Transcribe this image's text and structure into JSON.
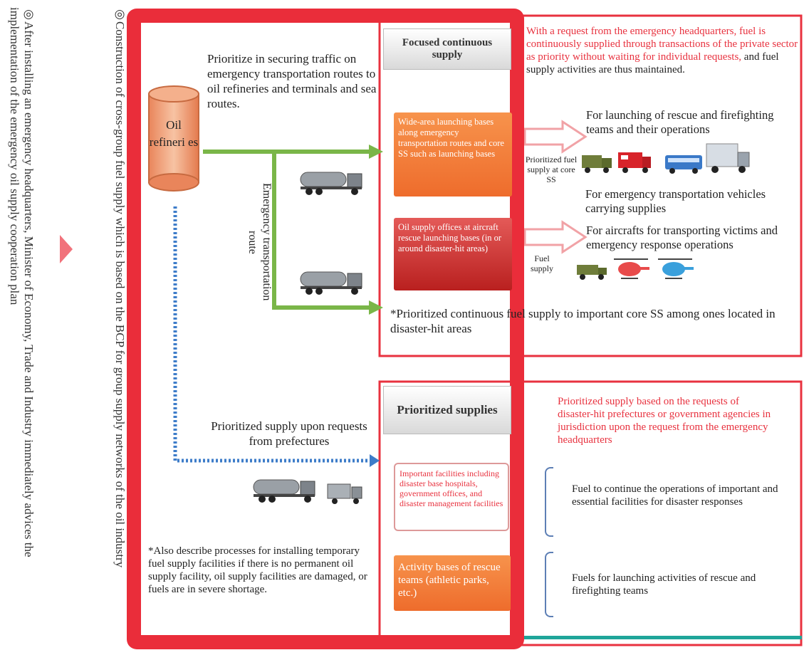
{
  "left_notes": {
    "note1": "◎After installing an emergency headquarters, Minister of Economy, Trade and Industry immediately advices the implementation of the emergency oil supply cooperation plan",
    "note2": "◎Construction of cross-group fuel supply which is based on the BCP for group supply networks of the oil industry"
  },
  "left_panel": {
    "refinery_label": "Oil refineri es",
    "priority_text": "Prioritize in securing traffic on emergency transportation routes to oil refineries and terminals and sea routes.",
    "route_label": "Emergency transportation route",
    "prefecture_text": "Prioritized supply upon requests from prefectures",
    "also_note": "*Also describe processes for installing temporary fuel supply facilities if there is no permanent oil supply facility, oil supply facilities are damaged, or fuels are in severe shortage."
  },
  "focused": {
    "header": "Focused continuous supply",
    "box1": "Wide-area launching bases along emergency transportation routes and core SS such as launching bases",
    "box2": "Oil supply offices at aircraft rescue launching bases (in or around disaster-hit areas)",
    "note": "*Prioritized continuous fuel supply to important core SS among ones located in disaster-hit areas",
    "red_description": "With a request from the emergency headquarters, fuel is continuously supplied through transactions of the private sector as priority without waiting for individual requests,",
    "black_description": " and fuel supply activities are thus maintained.",
    "launch_text": "For launching of rescue and firefighting teams and their operations",
    "core_ss_label": "Prioritized fuel supply at core SS",
    "emergency_vehicles_text": "For emergency transportation vehicles carrying supplies",
    "aircraft_text": "For aircrafts for transporting victims and emergency response operations",
    "fuel_supply_label": "Fuel supply"
  },
  "prioritized": {
    "header": "Prioritized supplies",
    "description": "Prioritized supply based on the requests of disaster-hit prefectures or government agencies in jurisdiction upon the request from the emergency headquarters",
    "box1": "Important facilities including disaster base hospitals, government offices, and disaster management facilities",
    "box2": "Activity bases of rescue teams (athletic parks, etc.)",
    "fuel_text1": "Fuel to continue the operations of important and essential facilities for disaster responses",
    "fuel_text2": "Fuels for launching activities of rescue and firefighting teams"
  },
  "colors": {
    "frame_red": "#ea2d3a",
    "arrow_green": "#7ab648",
    "dotted_blue": "#3d7cc9",
    "orange": "#f07e36",
    "dark_red": "#c8302e"
  },
  "icons": [
    "tanker-truck-icon",
    "military-truck-icon",
    "fire-engine-icon",
    "bus-icon",
    "cargo-truck-icon",
    "helicopter-icon",
    "arrow-right-icon"
  ]
}
